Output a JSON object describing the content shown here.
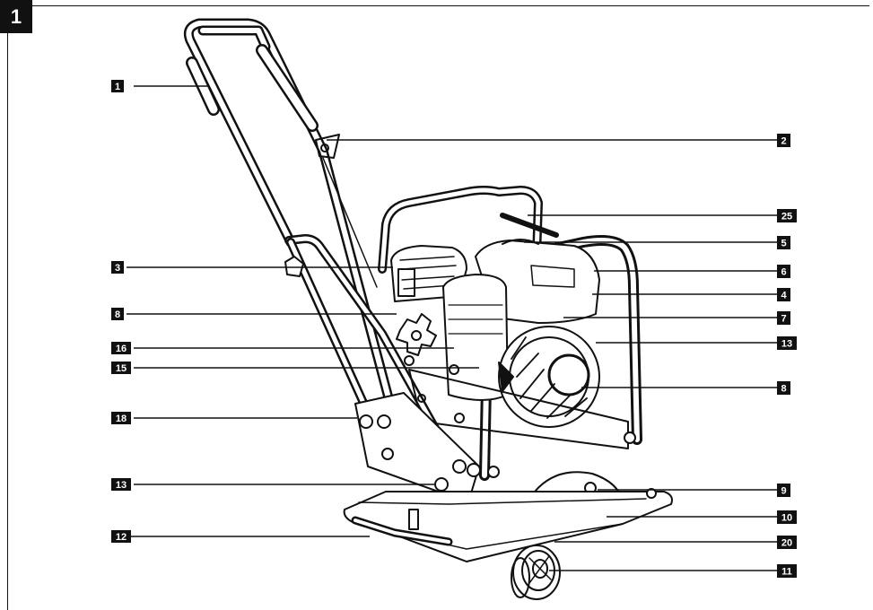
{
  "figure": {
    "number": "1"
  },
  "callouts": [
    {
      "id": "c1",
      "label": "1"
    },
    {
      "id": "c2",
      "label": "2"
    },
    {
      "id": "c25",
      "label": "25"
    },
    {
      "id": "c5",
      "label": "5"
    },
    {
      "id": "c3",
      "label": "3"
    },
    {
      "id": "c6",
      "label": "6"
    },
    {
      "id": "c4",
      "label": "4"
    },
    {
      "id": "c8a",
      "label": "8"
    },
    {
      "id": "c7",
      "label": "7"
    },
    {
      "id": "c16",
      "label": "16"
    },
    {
      "id": "c13a",
      "label": "13"
    },
    {
      "id": "c15",
      "label": "15"
    },
    {
      "id": "c8b",
      "label": "8"
    },
    {
      "id": "c18",
      "label": "18"
    },
    {
      "id": "c13b",
      "label": "13"
    },
    {
      "id": "c9",
      "label": "9"
    },
    {
      "id": "c10",
      "label": "10"
    },
    {
      "id": "c12",
      "label": "12"
    },
    {
      "id": "c20",
      "label": "20"
    },
    {
      "id": "c11",
      "label": "11"
    }
  ],
  "colors": {
    "ink": "#111111",
    "paper": "#ffffff",
    "light": "#f4f4f4"
  }
}
